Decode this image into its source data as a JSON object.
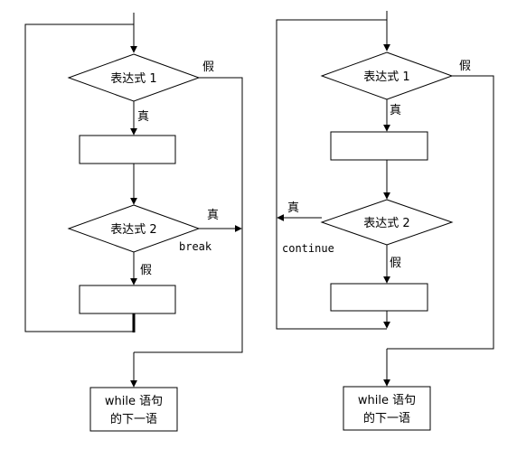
{
  "left_flowchart": {
    "condition1": "表达式 1",
    "condition2": "表达式 2",
    "false_label_1": "假",
    "true_label_1": "真",
    "true_label_2": "真",
    "false_label_2": "假",
    "jump_label": "break",
    "exit_line1": "while 语句",
    "exit_line2": "的下一语"
  },
  "right_flowchart": {
    "condition1": "表达式 1",
    "condition2": "表达式 2",
    "false_label_1": "假",
    "true_label_1": "真",
    "true_label_2": "真",
    "false_label_2": "假",
    "jump_label": "continue",
    "exit_line1": "while 语句",
    "exit_line2": "的下一语"
  }
}
